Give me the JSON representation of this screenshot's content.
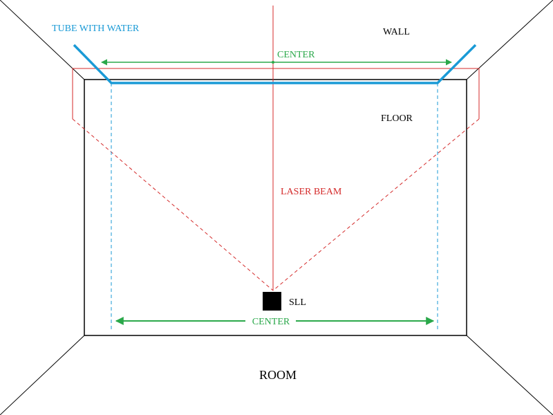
{
  "labels": {
    "tube": "TUBE WITH WATER",
    "wall": "WALL",
    "center_top": "CENTER",
    "floor": "FLOOR",
    "laser_beam": "LASER BEAM",
    "sll": "SLL",
    "center_bottom": "CENTER",
    "room": "ROOM"
  },
  "colors": {
    "tube": "#1a9ad6",
    "center": "#2aa84a",
    "laser": "#d42a2a",
    "line": "#000000"
  }
}
